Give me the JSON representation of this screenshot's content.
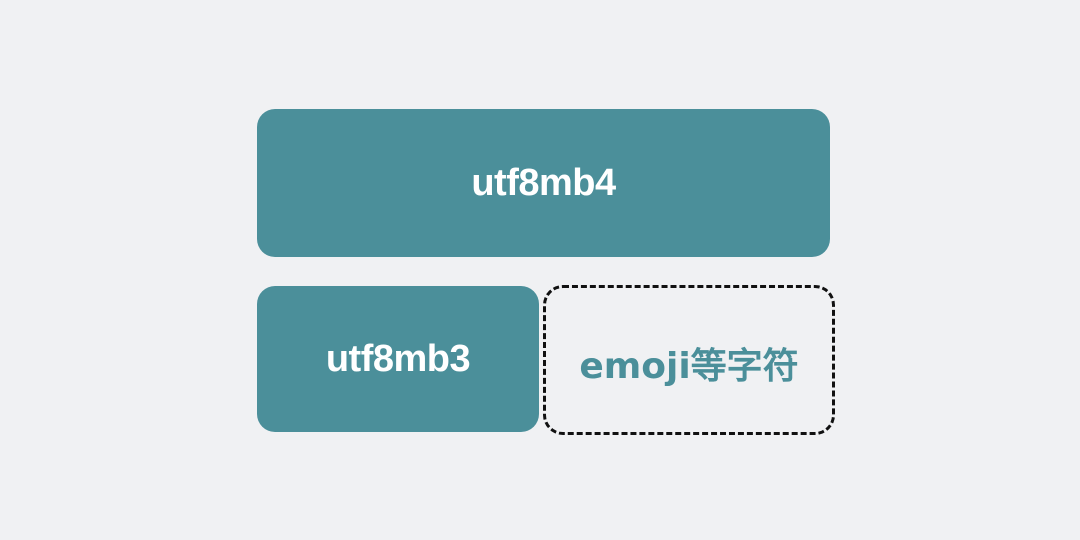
{
  "diagram": {
    "top_block": {
      "label": "utf8mb4"
    },
    "bottom_left_block": {
      "label": "utf8mb3"
    },
    "bottom_right_block": {
      "label": "emoji等字符"
    }
  },
  "colors": {
    "background": "#f0f1f3",
    "block_fill": "#4b8f9a",
    "block_text": "#ffffff",
    "dashed_border": "#111111",
    "dashed_text": "#4b8f9a"
  }
}
